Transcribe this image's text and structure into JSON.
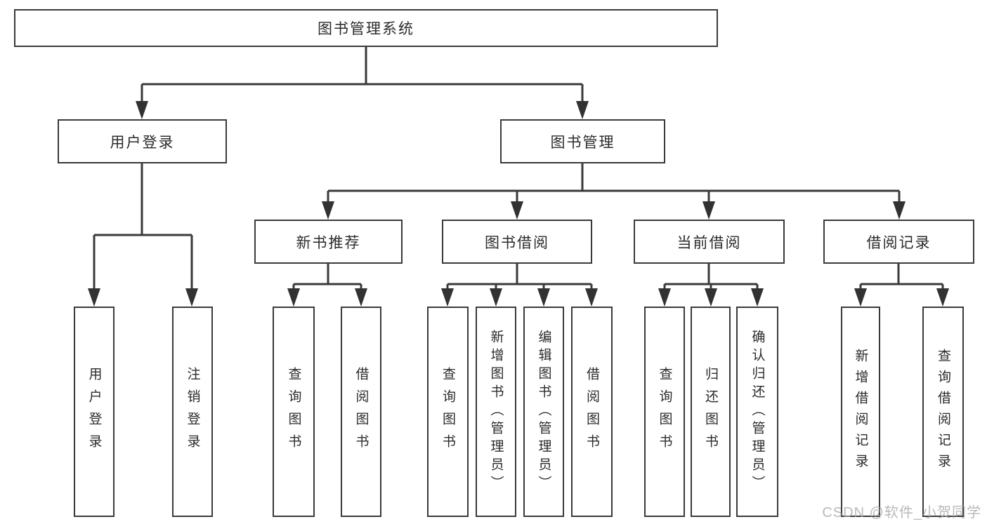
{
  "root": {
    "label": "图书管理系统"
  },
  "level2": {
    "user_login": {
      "label": "用户登录"
    },
    "book_mgmt": {
      "label": "图书管理"
    }
  },
  "level3": {
    "new_book_rec": {
      "label": "新书推荐"
    },
    "book_borrow": {
      "label": "图书借阅"
    },
    "current_borrow": {
      "label": "当前借阅"
    },
    "borrow_records": {
      "label": "借阅记录"
    }
  },
  "leaves": {
    "user_login": [
      "用户登录",
      "注销登录"
    ],
    "new_book_rec": [
      "查询图书",
      "借阅图书"
    ],
    "book_borrow": [
      "查询图书",
      "新增图书（管理员）",
      "编辑图书（管理员）",
      "借阅图书"
    ],
    "current_borrow": [
      "查询图书",
      "归还图书",
      "确认归还（管理员）"
    ],
    "borrow_records": [
      "新增借阅记录",
      "查询借阅记录"
    ]
  },
  "watermark": "CSDN @软件_小贺同学",
  "colors": {
    "line": "#3a3a3a",
    "text": "#2b2b2b",
    "background": "#ffffff",
    "watermark": "#a8a8a8"
  }
}
